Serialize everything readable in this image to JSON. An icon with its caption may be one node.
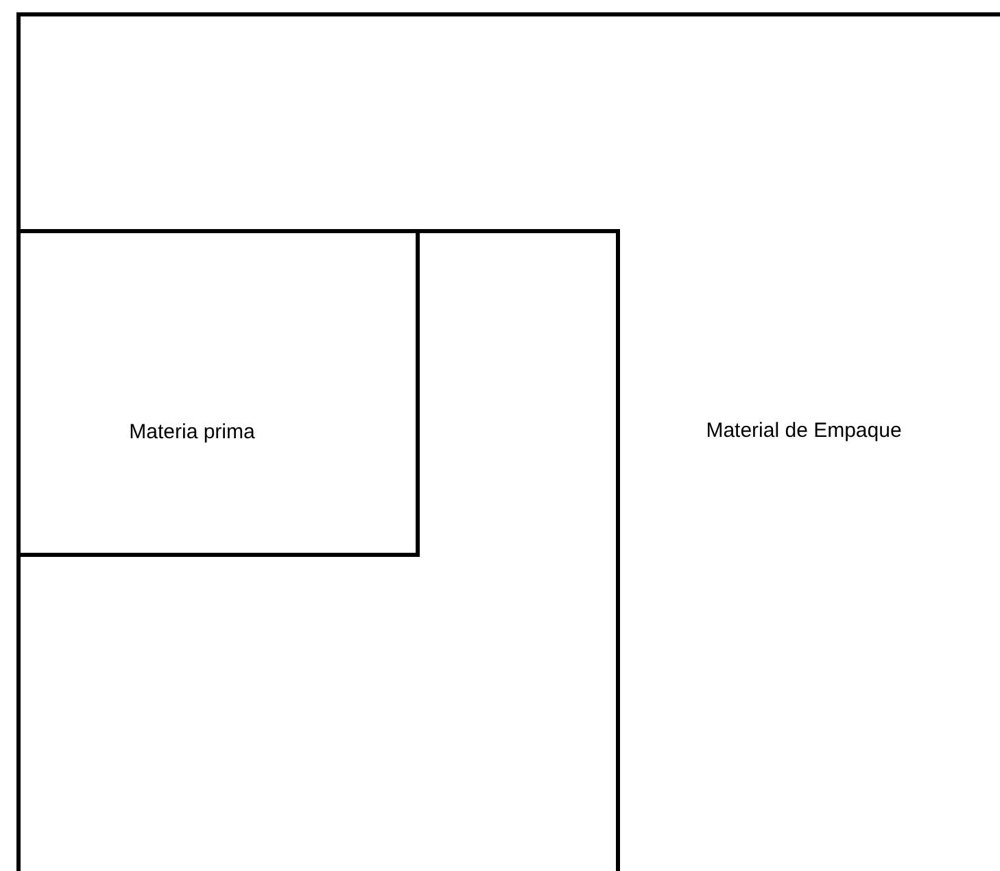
{
  "diagram": {
    "nodes": [
      {
        "text": [
          "Material de Empaque"
        ]
      },
      {
        "text": [],
        "shape": "box",
        "in": 0
      },
      {
        "text": [
          "Materia prima"
        ],
        "in": 1
      }
    ]
  }
}
